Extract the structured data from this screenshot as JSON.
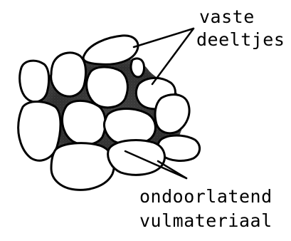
{
  "labels": {
    "solids_line1": "vaste",
    "solids_line2": "deeltjes",
    "filler_line1": "ondoorlatend",
    "filler_line2": "vulmateriaal"
  },
  "colors": {
    "ink": "#000000",
    "filler_dark": "#2b2b2b",
    "particle_fill": "#ffffff",
    "background": "#ffffff"
  }
}
